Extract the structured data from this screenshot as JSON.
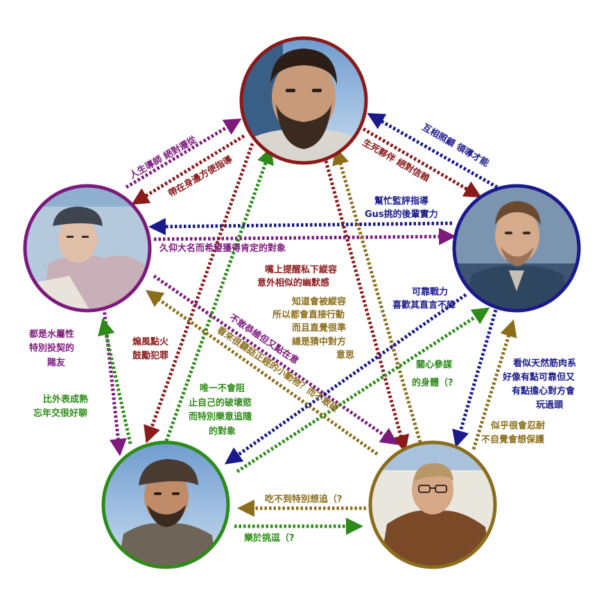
{
  "colors": {
    "maroon": "#8b1a1a",
    "purple": "#7d1a7d",
    "navy": "#1a1a8c",
    "green": "#2e8b1a",
    "olive": "#8b6d1a"
  },
  "nodes": [
    {
      "id": "top",
      "color": "#8b1a1a",
      "portrait": "bearded-man-portrait"
    },
    {
      "id": "left",
      "color": "#7d1a7d",
      "portrait": "young-man-in-cap-portrait"
    },
    {
      "id": "right",
      "color": "#1a1a8c",
      "portrait": "man-in-jacket-portrait"
    },
    {
      "id": "bottom_left",
      "color": "#2e8b1a",
      "portrait": "man-in-flat-cap-portrait"
    },
    {
      "id": "bottom_right",
      "color": "#8b6d1a",
      "portrait": "man-with-glasses-portrait"
    }
  ],
  "labels": {
    "left_to_top_1": "人生導師 絕對遵從",
    "top_to_left_1": "帶在身邊方便指導",
    "top_to_right_1": "生死夥伴 絕對信賴",
    "right_to_top_1": "互相照顧 領導才能",
    "right_to_left_1": "幫忙監評指導",
    "right_to_left_2": "Gus挑的後輩實力",
    "left_to_right_1": "久仰大名而希望獲得肯定的對象",
    "top_to_bottom_right_1": "嘴上提醒私下縱容",
    "top_to_bottom_right_2": "意外相似的幽默感",
    "bottom_right_to_top_1": "知道會被縱容",
    "bottom_right_to_top_2": "所以都會直接行動",
    "bottom_right_to_top_3": "而且直覺很準",
    "bottom_right_to_top_4": "總是猜中對方",
    "bottom_right_to_top_5": "意思",
    "bottom_left_to_right_1": "可靠戰力",
    "bottom_left_to_right_2": "喜歡其直言不諱",
    "left_to_bottom_left_1": "都是水屬性",
    "left_to_bottom_left_2": "特別投契的",
    "left_to_bottom_left_3": "賭友",
    "top_to_bottom_left_1": "煽風點火",
    "top_to_bottom_left_2": "鼓勵犯罪",
    "left_to_bottom_right_1": "不敢恭維但又點在意",
    "bottom_right_to_left_1": "看來很聽話正經的小動物？而不敢碰",
    "right_to_bottom_right_1": "看似天然筋肉系",
    "right_to_bottom_right_2": "好像有點可靠但又",
    "right_to_bottom_right_3": "有點擔心對方會",
    "right_to_bottom_right_4": "玩過頭",
    "bottom_right_to_right_1": "似乎很會忍耐",
    "bottom_right_to_right_2": "不自覺會想保護",
    "bottom_right_to_bottom_left_1": "關心參謀",
    "bottom_right_to_bottom_left_2": "的身體（?",
    "bottom_left_to_bottom_right_0": "比外表成熟",
    "bottom_left_to_bottom_right_00": "忘年交很好聊",
    "bottom_left_to_top_1": "唯一不會阻",
    "bottom_left_to_top_2": "止自己的破壞慾",
    "bottom_left_to_top_3": "而特別樂意追隨",
    "bottom_left_to_top_4": "的對象",
    "bottom_right_to_bottom_left_3": "吃不到特別想追（?",
    "bottom_left_to_bottom_right_1": "樂於挑逗（?"
  }
}
